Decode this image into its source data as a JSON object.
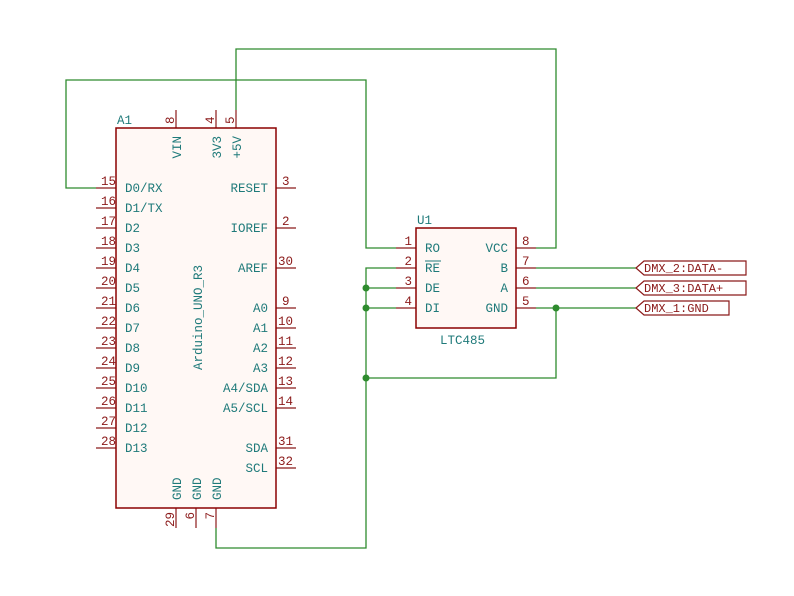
{
  "colors": {
    "wire": "#2e8b2e",
    "symbol_outline": "#8b0000",
    "symbol_fill": "#fff8f5",
    "pin_number": "#8b1a1a",
    "pin_name": "#1f7a7a"
  },
  "a1": {
    "ref": "A1",
    "value": "Arduino_UNO_R3",
    "pins": {
      "vin": {
        "number": "8",
        "name": "VIN"
      },
      "v3v3": {
        "number": "4",
        "name": "3V3"
      },
      "v5v": {
        "number": "5",
        "name": "+5V"
      },
      "reset": {
        "number": "3",
        "name": "RESET"
      },
      "ioref": {
        "number": "2",
        "name": "IOREF"
      },
      "aref": {
        "number": "30",
        "name": "AREF"
      },
      "a0": {
        "number": "9",
        "name": "A0"
      },
      "a1": {
        "number": "10",
        "name": "A1"
      },
      "a2": {
        "number": "11",
        "name": "A2"
      },
      "a3": {
        "number": "12",
        "name": "A3"
      },
      "a4": {
        "number": "13",
        "name": "A4/SDA"
      },
      "a5": {
        "number": "14",
        "name": "A5/SCL"
      },
      "sda": {
        "number": "31",
        "name": "SDA"
      },
      "scl": {
        "number": "32",
        "name": "SCL"
      },
      "d0": {
        "number": "15",
        "name": "D0/RX"
      },
      "d1": {
        "number": "16",
        "name": "D1/TX"
      },
      "d2": {
        "number": "17",
        "name": "D2"
      },
      "d3": {
        "number": "18",
        "name": "D3"
      },
      "d4": {
        "number": "19",
        "name": "D4"
      },
      "d5": {
        "number": "20",
        "name": "D5"
      },
      "d6": {
        "number": "21",
        "name": "D6"
      },
      "d7": {
        "number": "22",
        "name": "D7"
      },
      "d8": {
        "number": "23",
        "name": "D8"
      },
      "d9": {
        "number": "24",
        "name": "D9"
      },
      "d10": {
        "number": "25",
        "name": "D10"
      },
      "d11": {
        "number": "26",
        "name": "D11"
      },
      "d12": {
        "number": "27",
        "name": "D12"
      },
      "d13": {
        "number": "28",
        "name": "D13"
      },
      "gnd1": {
        "number": "29",
        "name": "GND"
      },
      "gnd2": {
        "number": "6",
        "name": "GND"
      },
      "gnd3": {
        "number": "7",
        "name": "GND"
      }
    }
  },
  "u1": {
    "ref": "U1",
    "value": "LTC485",
    "pins": {
      "ro": {
        "number": "1",
        "name": "RO"
      },
      "re": {
        "number": "2",
        "name": "RE"
      },
      "de": {
        "number": "3",
        "name": "DE"
      },
      "di": {
        "number": "4",
        "name": "DI"
      },
      "vcc": {
        "number": "8",
        "name": "VCC"
      },
      "b": {
        "number": "7",
        "name": "B"
      },
      "a": {
        "number": "6",
        "name": "A"
      },
      "gnd": {
        "number": "5",
        "name": "GND"
      }
    }
  },
  "labels": {
    "dmx2": "DMX_2:DATA-",
    "dmx3": "DMX_3:DATA+",
    "dmx1": "DMX_1:GND"
  }
}
